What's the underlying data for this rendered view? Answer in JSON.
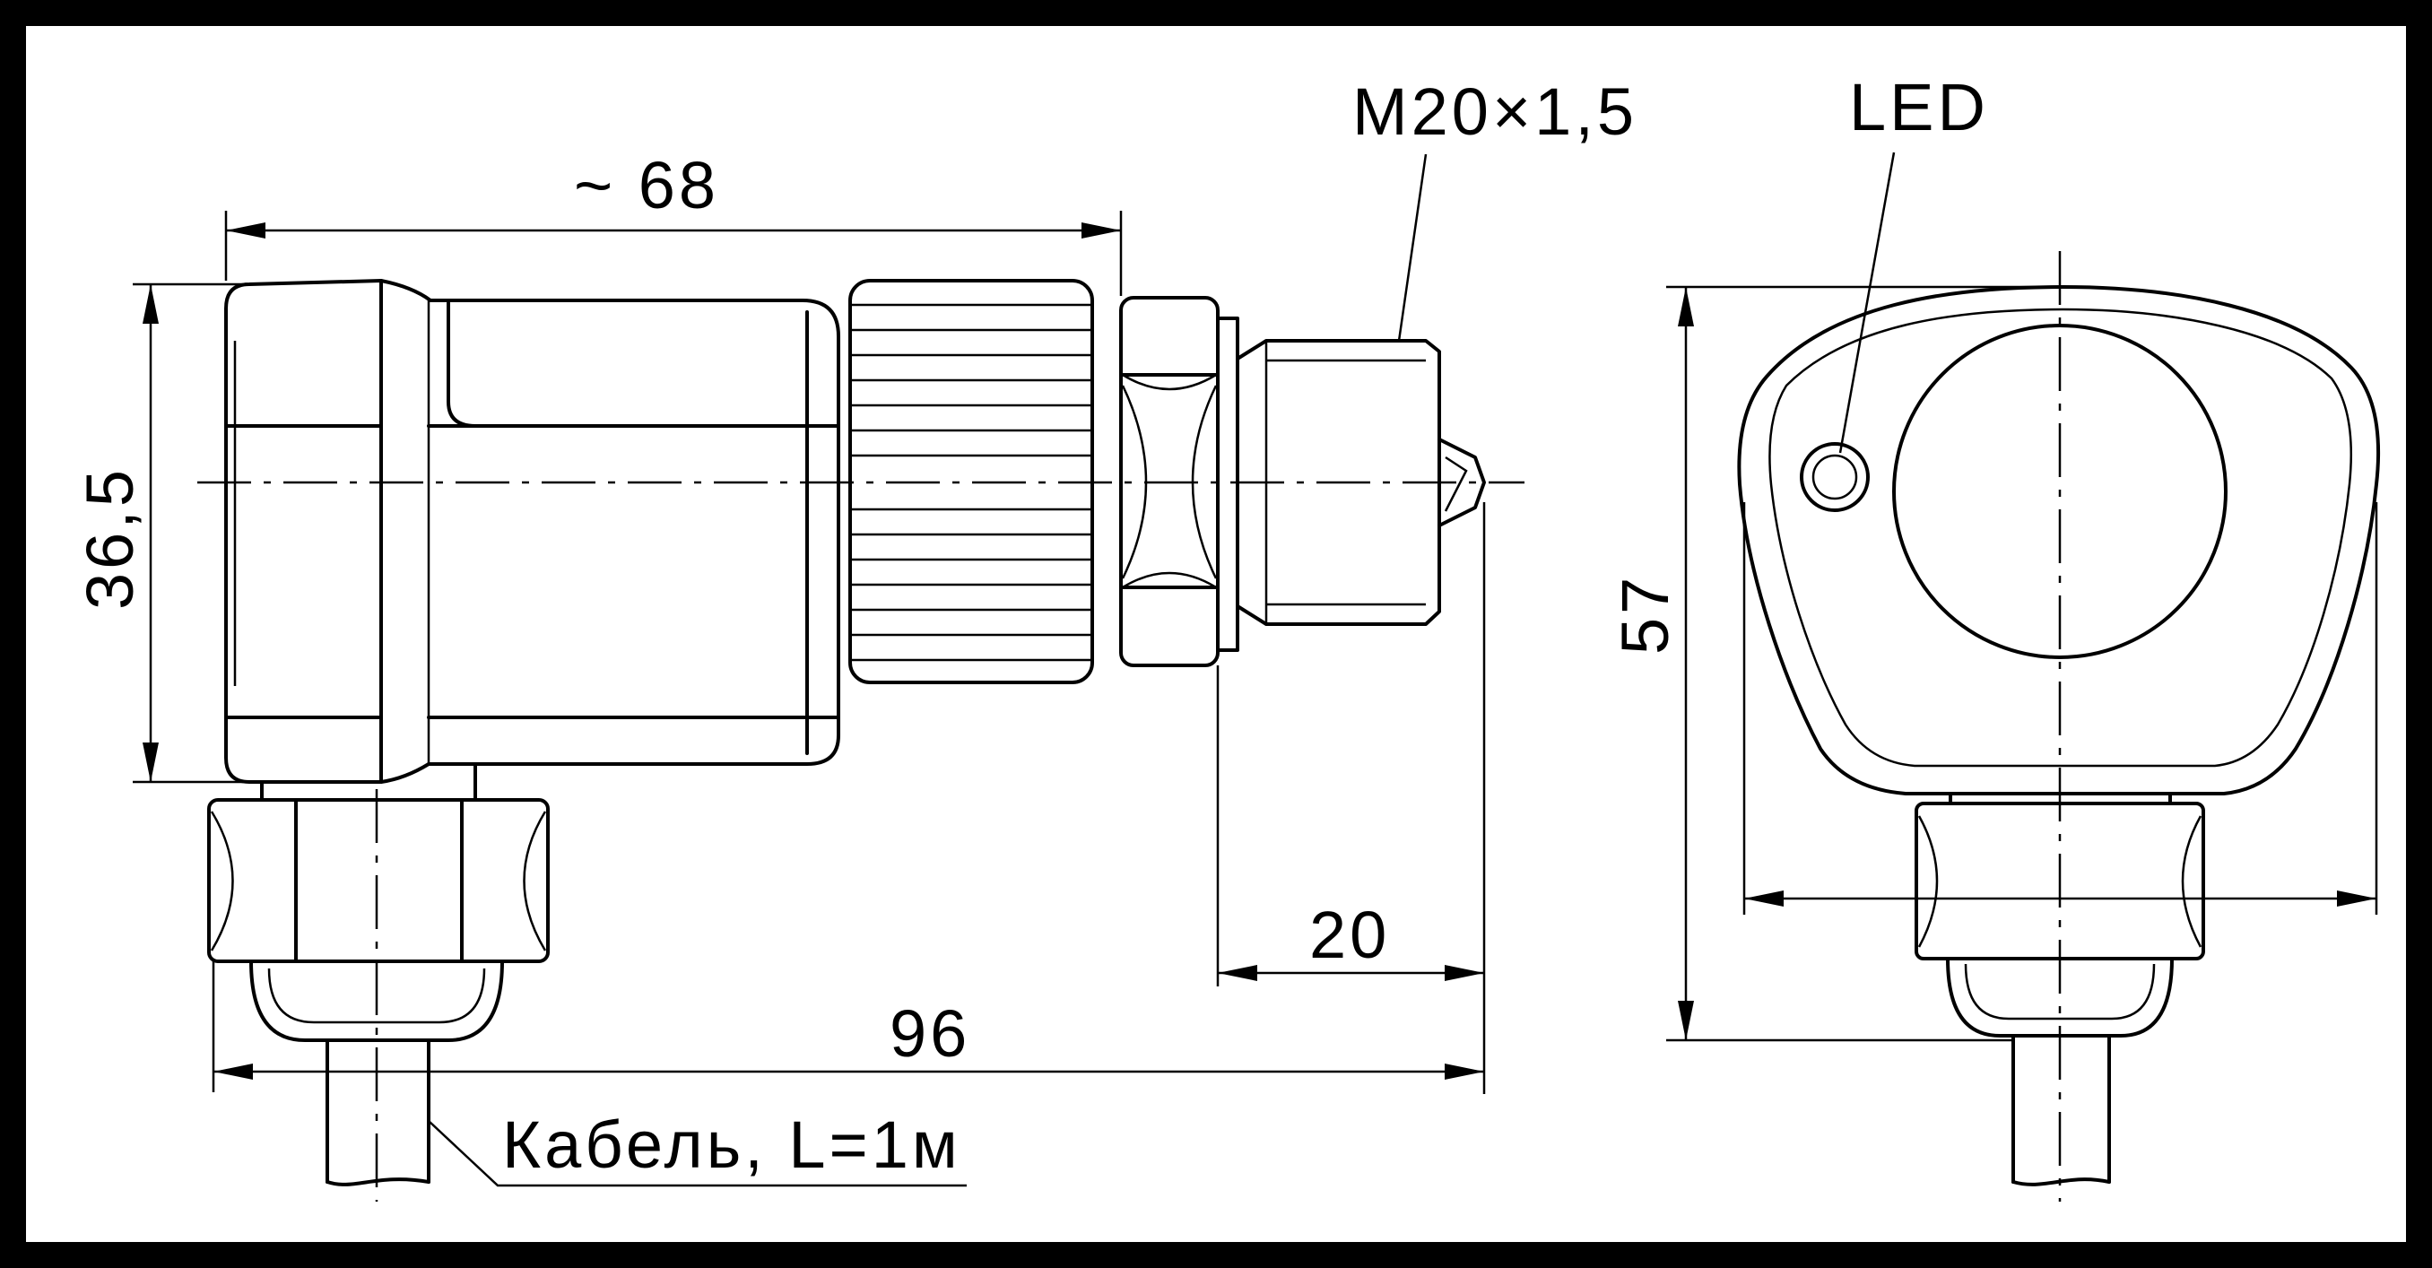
{
  "colors": {
    "line": "#000000",
    "background": "#ffffff",
    "frame": "#000000"
  },
  "dimensions": {
    "length_top": "~ 68",
    "height_side": "36,5",
    "thread": "M20×1,5",
    "thread_length": "20",
    "overall_length": "96",
    "front_height": "57"
  },
  "labels": {
    "led": "LED",
    "cable": "Кабель, L=1м"
  }
}
